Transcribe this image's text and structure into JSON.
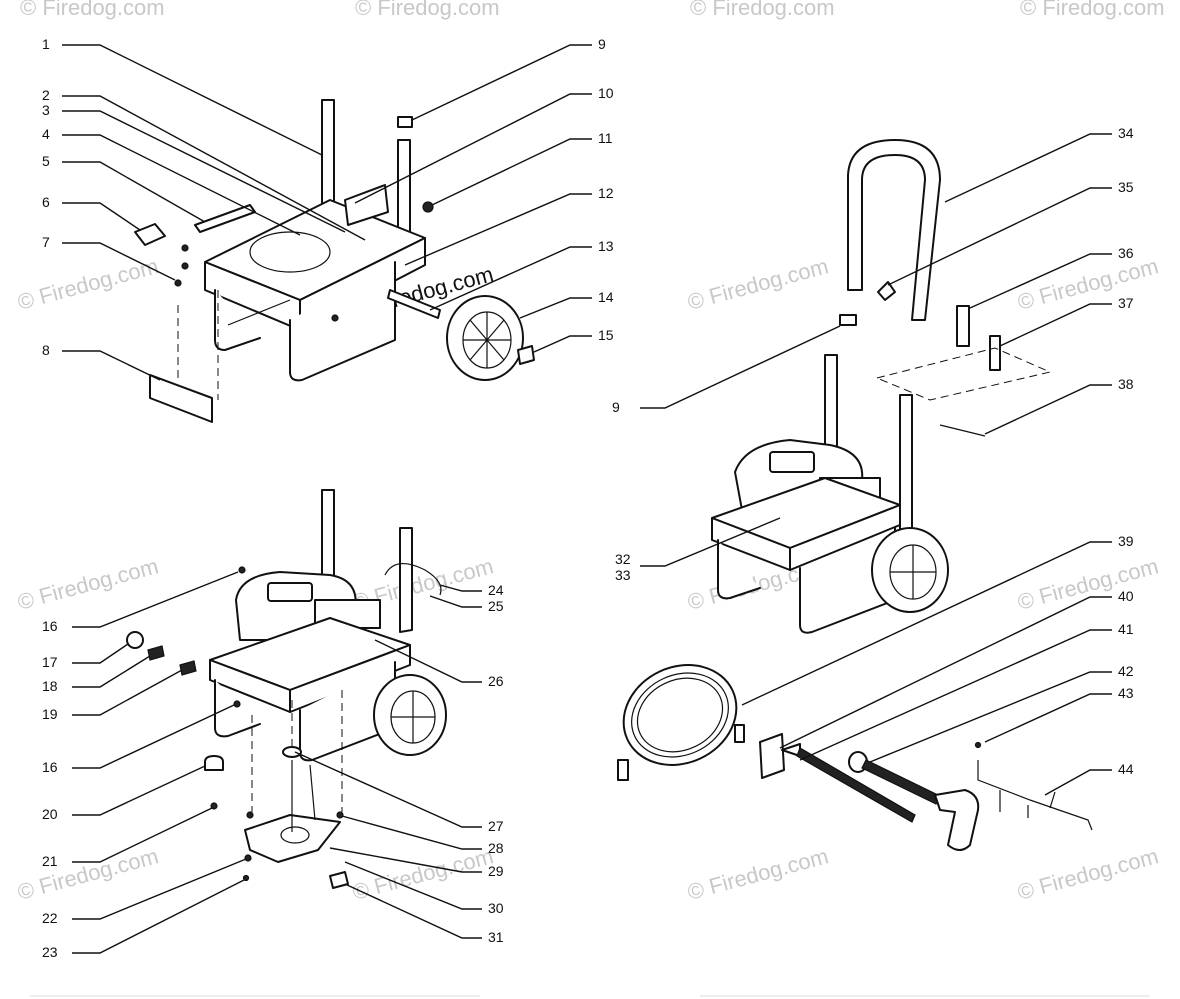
{
  "watermark": "© Firedog.com",
  "labels": [
    "1",
    "2",
    "3",
    "4",
    "5",
    "6",
    "7",
    "8",
    "9",
    "10",
    "11",
    "12",
    "13",
    "14",
    "15",
    "16",
    "17",
    "18",
    "19",
    "16",
    "20",
    "21",
    "22",
    "23",
    "24",
    "25",
    "26",
    "27",
    "28",
    "29",
    "30",
    "31",
    "32",
    "33",
    "34",
    "35",
    "36",
    "37",
    "9",
    "38",
    "39",
    "40",
    "41",
    "42",
    "43",
    "44"
  ]
}
